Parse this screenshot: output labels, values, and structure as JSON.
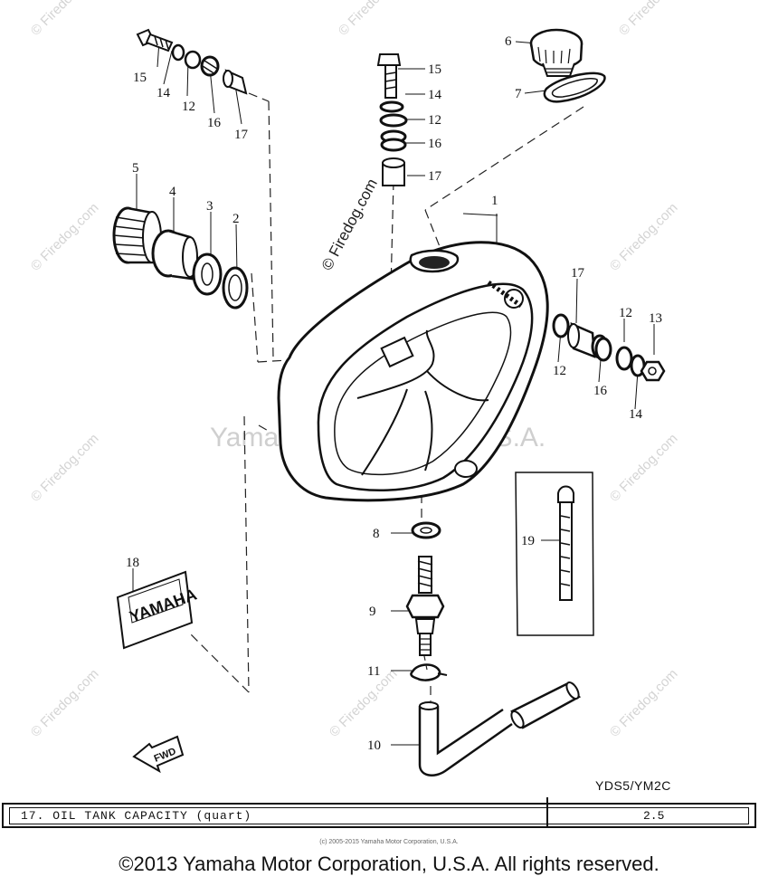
{
  "callouts": {
    "c1": "1",
    "c2": "2",
    "c3": "3",
    "c4": "4",
    "c5": "5",
    "c6": "6",
    "c7": "7",
    "c8": "8",
    "c9": "9",
    "c10": "10",
    "c11": "11",
    "c12a": "12",
    "c12b": "12",
    "c12c": "12",
    "c12d": "12",
    "c13": "13",
    "c14a": "14",
    "c14b": "14",
    "c14c": "14",
    "c15a": "15",
    "c15b": "15",
    "c16a": "16",
    "c16b": "16",
    "c16c": "16",
    "c17a": "17",
    "c17b": "17",
    "c17c": "17",
    "c18": "18",
    "c19": "19"
  },
  "watermark_text": "© Firedog.com",
  "watermark_center": "Yamaha Motor Corp. U.S.A.",
  "emblem_text": "YAMAHA",
  "arrow_text": "FWD",
  "model": "YDS5/YM2C",
  "spec": {
    "label": "17. OIL TANK CAPACITY (quart)",
    "value": "2.5"
  },
  "small_copyright": "(c) 2005-2015 Yamaha Motor Corporation, U.S.A.",
  "copyright": "©2013 Yamaha Motor Corporation, U.S.A. All rights reserved."
}
